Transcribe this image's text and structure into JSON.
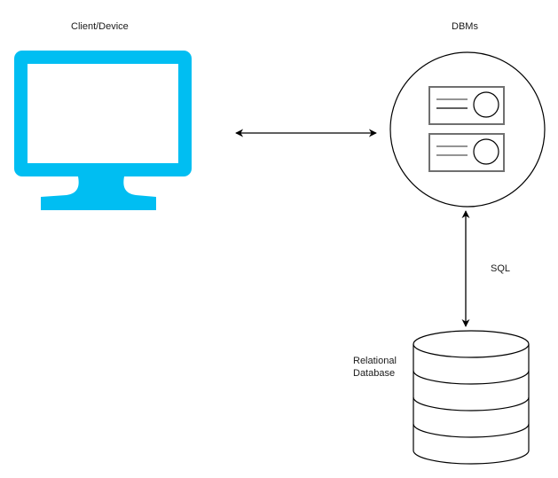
{
  "diagram": {
    "nodes": {
      "client": {
        "label": "Client/Device",
        "icon": "monitor-icon",
        "color": "#00BEF2"
      },
      "dbms": {
        "label": "DBMs",
        "icon": "server-icon"
      },
      "database": {
        "label_line1": "Relational",
        "label_line2": "Database",
        "icon": "database-cylinder-icon"
      }
    },
    "edges": [
      {
        "from": "client",
        "to": "dbms",
        "direction": "bidirectional",
        "label": ""
      },
      {
        "from": "dbms",
        "to": "database",
        "direction": "bidirectional",
        "label": "SQL"
      }
    ],
    "colors": {
      "monitor": "#00BEF2",
      "stroke": "#000000",
      "server_box": "#707070"
    }
  }
}
